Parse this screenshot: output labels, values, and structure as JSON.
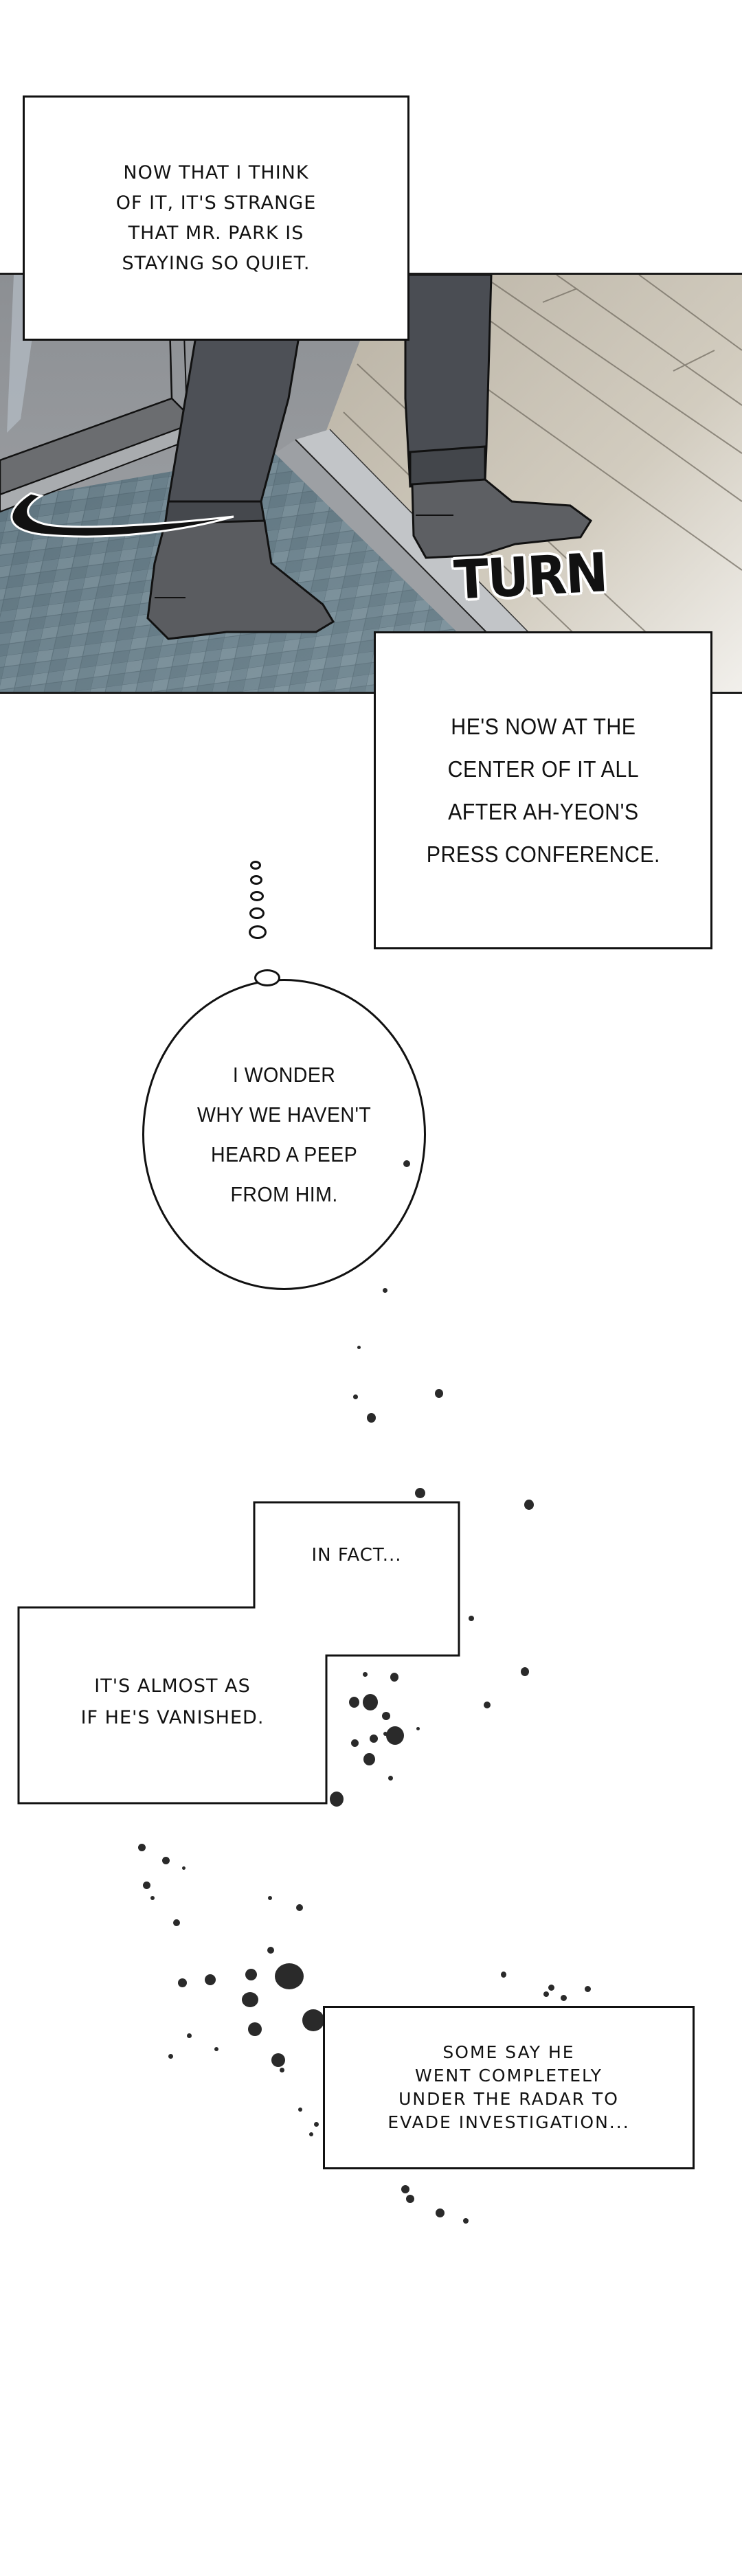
{
  "page": {
    "type": "webtoon-strip",
    "background": "#ffffff"
  },
  "captions": [
    {
      "id": "caption-1",
      "text": "NOW THAT I THINK\nOF IT, IT'S STRANGE\nTHAT MR. PARK IS\nSTAYING SO QUIET."
    },
    {
      "id": "caption-2",
      "text": "HE'S NOW AT THE\nCENTER OF IT ALL\nAFTER AH-YEON'S\nPRESS CONFERENCE."
    },
    {
      "id": "caption-3a",
      "text": "IN FACT..."
    },
    {
      "id": "caption-3b",
      "text": "IT'S ALMOST AS\nIF HE'S VANISHED."
    },
    {
      "id": "caption-4",
      "text": "SOME SAY HE\nWENT COMPLETELY\nUNDER THE RADAR TO\nEVADE INVESTIGATION..."
    }
  ],
  "thought_bubble": {
    "text": "I WONDER\nWHY WE HAVEN'T\nHEARD A PEEP\nFROM HIM."
  },
  "panel_1": {
    "description": "Close-up of a man's feet in grey socks and dark trousers turning on a wooden floor near a tiled entryway",
    "sfx": "TURN",
    "colors": {
      "wall": "#8a8d90",
      "floor_wood": "#c9c2b4",
      "tiles": "#6f8590",
      "trousers": "#4a4d52",
      "socks": "#5b5d61",
      "threshold": "#9b9ea2"
    }
  }
}
